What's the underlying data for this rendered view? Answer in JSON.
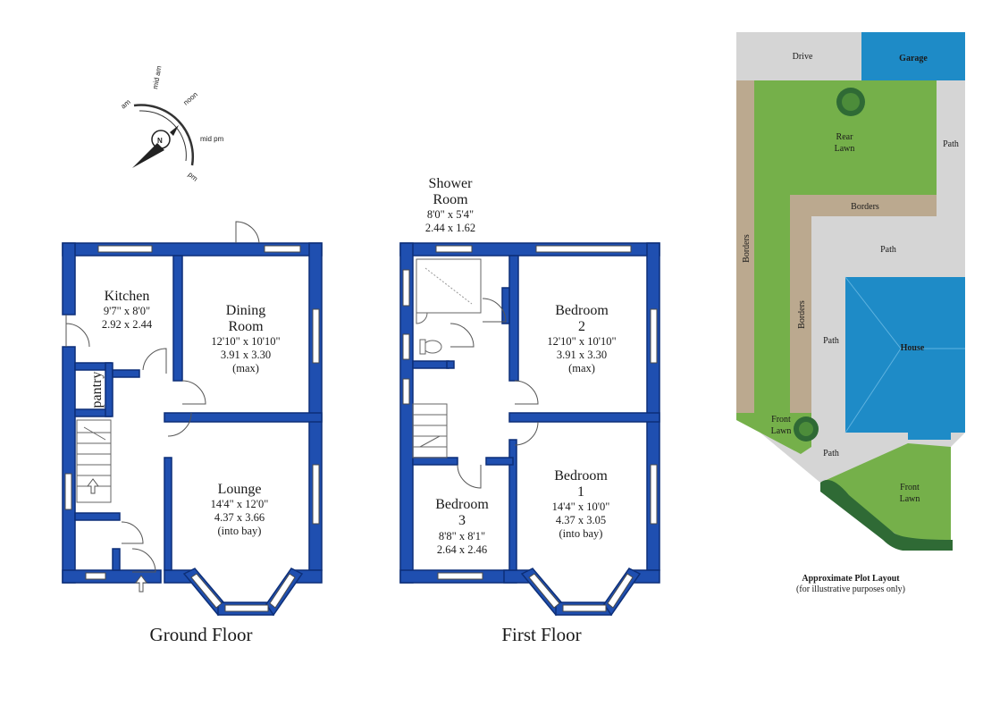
{
  "compass": {
    "labels": [
      "am",
      "mid am",
      "noon",
      "mid pm",
      "pm"
    ],
    "north": "N"
  },
  "ground_floor": {
    "title": "Ground Floor",
    "rooms": {
      "kitchen": {
        "name": "Kitchen",
        "imperial": "9'7\" x 8'0\"",
        "metric": "2.92 x 2.44"
      },
      "pantry": {
        "name": "pantry"
      },
      "dining": {
        "name1": "Dining",
        "name2": "Room",
        "imperial": "12'10\" x 10'10\"",
        "metric": "3.91 x 3.30",
        "note": "(max)"
      },
      "lounge": {
        "name": "Lounge",
        "imperial": "14'4\" x 12'0\"",
        "metric": "4.37 x 3.66",
        "note": "(into bay)"
      }
    }
  },
  "first_floor": {
    "title": "First Floor",
    "rooms": {
      "shower": {
        "name1": "Shower",
        "name2": "Room",
        "imperial": "8'0\" x 5'4\"",
        "metric": "2.44 x 1.62"
      },
      "bedroom2": {
        "name1": "Bedroom",
        "name2": "2",
        "imperial": "12'10\" x 10'10\"",
        "metric": "3.91 x 3.30",
        "note": "(max)"
      },
      "bedroom1": {
        "name1": "Bedroom",
        "name2": "1",
        "imperial": "14'4\" x 10'0\"",
        "metric": "4.37 x 3.05",
        "note": "(into bay)"
      },
      "bedroom3": {
        "name1": "Bedroom",
        "name2": "3",
        "imperial": "8'8\" x 8'1\"",
        "metric": "2.64 x 2.46"
      }
    }
  },
  "plot": {
    "drive": "Drive",
    "garage": "Garage",
    "rear_lawn_1": "Rear",
    "rear_lawn_2": "Lawn",
    "path": "Path",
    "borders": "Borders",
    "house": "House",
    "front_lawn_1": "Front",
    "front_lawn_2": "Lawn",
    "title": "Approximate Plot Layout",
    "subtitle": "(for illustrative purposes only)",
    "colors": {
      "lawn": "#75b04a",
      "path": "#d5d5d5",
      "border": "#bba98f",
      "house": "#1e8bc7",
      "garage": "#1e8bc7",
      "hedge": "#2f6a35"
    }
  }
}
